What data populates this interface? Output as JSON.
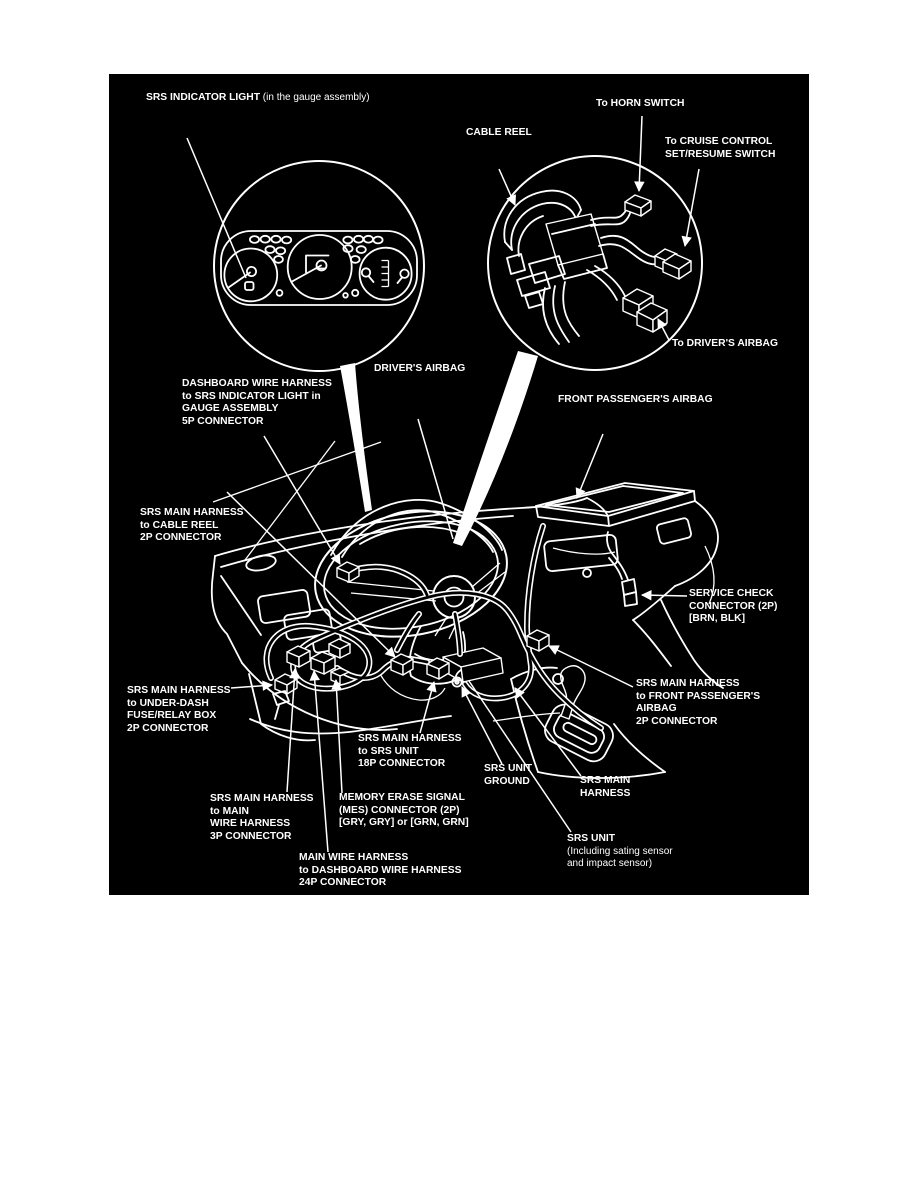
{
  "panel": {
    "background": "#000000",
    "line_color": "#ffffff"
  },
  "labels": {
    "srs_indicator_light": {
      "main": "SRS INDICATOR LIGHT",
      "paren": " (in the gauge assembly)"
    },
    "cable_reel": {
      "lines": [
        "CABLE REEL"
      ]
    },
    "horn_switch": {
      "lines": [
        "To HORN SWITCH"
      ]
    },
    "cruise_control": {
      "lines": [
        "To CRUISE CONTROL",
        "SET/RESUME SWITCH"
      ]
    },
    "to_drivers_airbag": {
      "lines": [
        "To DRIVER'S AIRBAG"
      ]
    },
    "drivers_airbag": {
      "lines": [
        "DRIVER'S AIRBAG"
      ]
    },
    "front_passengers_airbag": {
      "lines": [
        "FRONT PASSENGER'S AIRBAG"
      ]
    },
    "dashboard_wire_harness": {
      "lines": [
        "DASHBOARD WIRE HARNESS",
        "to SRS INDICATOR LIGHT in",
        "GAUGE ASSEMBLY",
        "5P CONNECTOR"
      ]
    },
    "cable_reel_2p": {
      "lines": [
        "SRS MAIN HARNESS",
        "to CABLE REEL",
        "2P CONNECTOR"
      ]
    },
    "fuse_relay_box": {
      "lines": [
        "SRS MAIN HARNESS",
        "to UNDER-DASH",
        "FUSE/RELAY BOX",
        "2P CONNECTOR"
      ]
    },
    "service_check": {
      "lines": [
        "SERVICE CHECK",
        "CONNECTOR (2P)",
        "[BRN, BLK]"
      ]
    },
    "front_passenger_2p": {
      "lines": [
        "SRS MAIN HARNESS",
        "to FRONT PASSENGER'S",
        "AIRBAG",
        "2P CONNECTOR"
      ]
    },
    "srs_unit_18p": {
      "lines": [
        "SRS MAIN HARNESS",
        "to SRS UNIT",
        "18P CONNECTOR"
      ]
    },
    "srs_unit_ground": {
      "lines": [
        "SRS UNIT",
        "GROUND"
      ]
    },
    "srs_main_harness": {
      "lines": [
        "SRS MAIN",
        "HARNESS"
      ]
    },
    "main_wire_3p": {
      "lines": [
        "SRS MAIN HARNESS",
        "to MAIN",
        "WIRE HARNESS",
        "3P CONNECTOR"
      ]
    },
    "memory_erase": {
      "lines": [
        "MEMORY ERASE SIGNAL",
        "(MES) CONNECTOR (2P)",
        "[GRY, GRY] or [GRN, GRN]"
      ]
    },
    "main_wire_24p": {
      "lines": [
        "MAIN WIRE HARNESS",
        "to DASHBOARD WIRE HARNESS",
        "24P CONNECTOR"
      ]
    },
    "srs_unit": {
      "main": "SRS UNIT",
      "sub": [
        "(Including sating sensor",
        "and impact sensor)"
      ]
    }
  }
}
